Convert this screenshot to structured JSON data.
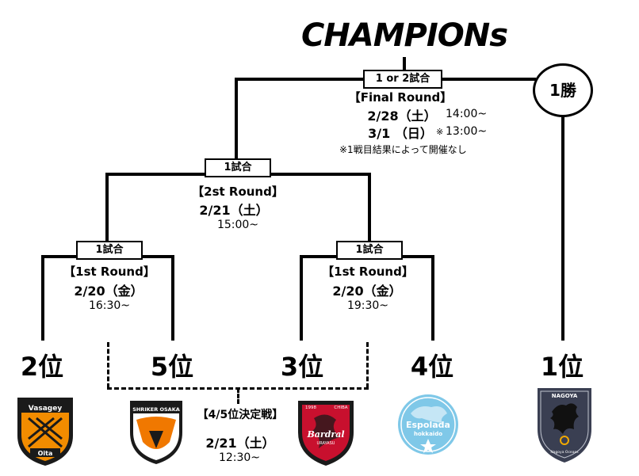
{
  "title": "CHAMPIONs",
  "final": {
    "box": "1 or 2試合",
    "round": "【Final Round】",
    "date1": "2/28（土）",
    "time1": "14:00~",
    "date2": "3/1 （日）",
    "mark": "※",
    "time2": "13:00~",
    "note": "※1戦目結果によって開催なし"
  },
  "win_circle": "1勝",
  "semi": {
    "box": "1試合",
    "round": "【2st Round】",
    "date": "2/21（土）",
    "time": "15:00~"
  },
  "qf_left": {
    "box": "1試合",
    "round": "【1st Round】",
    "date": "2/20（金）",
    "time": "16:30~"
  },
  "qf_right": {
    "box": "1試合",
    "round": "【1st Round】",
    "date": "2/20（金）",
    "time": "19:30~"
  },
  "ranks": [
    "2位",
    "5位",
    "3位",
    "4位",
    "1位"
  ],
  "playoff": {
    "label": "【4/5位決定戦】",
    "date": "2/21（土）",
    "time": "12:30~"
  },
  "logos": {
    "vasagey": {
      "top": "Vasagey",
      "bottom": "Oita",
      "color": "#f28c00"
    },
    "shriker": {
      "top": "SHRIKER OSAKA",
      "color": "#f07800"
    },
    "bardral": {
      "top": "1998",
      "side": "CHIBA",
      "name": "Bardral",
      "sub": "URAYASU",
      "color": "#c8102e"
    },
    "espolada": {
      "name": "Espolada",
      "sub": "hokkaido",
      "color": "#7fc8e8"
    },
    "nagoya": {
      "top": "NAGOYA",
      "bottom": "Nagoya Oceans",
      "color": "#3a3f52"
    }
  }
}
